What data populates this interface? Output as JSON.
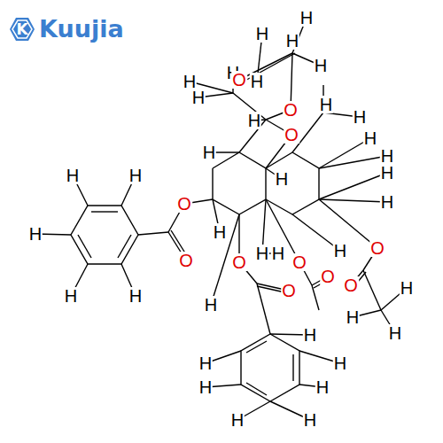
{
  "diagram": {
    "labels": [
      "K",
      "Kuujia",
      "H",
      "H",
      "H",
      "H",
      "H",
      "O",
      "H",
      "H",
      "H",
      "H",
      "O",
      "O",
      "H",
      "H",
      "H",
      "H",
      "H",
      "H",
      "H",
      "H",
      "H",
      "H",
      "O",
      "H",
      "O",
      "H",
      "H",
      "H",
      "H",
      "H",
      "H",
      "O",
      "O",
      "O",
      "O",
      "O",
      "O",
      "H",
      "H",
      "H",
      "H",
      "H",
      "H",
      "H",
      "H",
      "H",
      "H",
      "H"
    ]
  }
}
